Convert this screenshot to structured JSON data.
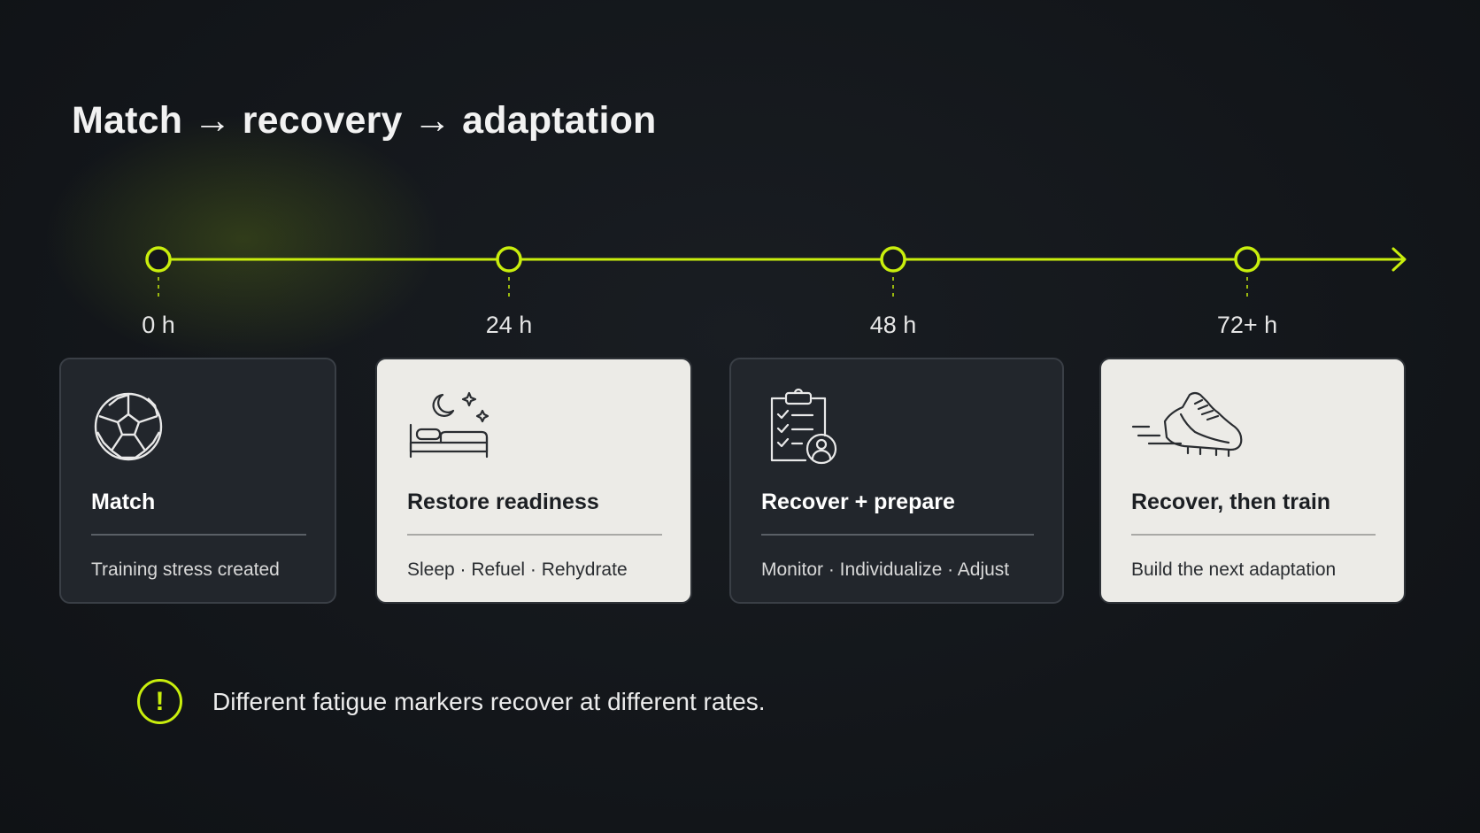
{
  "title": "Match → recovery → adaptation",
  "colors": {
    "accent": "#c9ee0d",
    "background": "#14171b",
    "card_dark": "#22262c",
    "card_light": "#ecebe7"
  },
  "timeline": {
    "ticks": [
      {
        "label": "0 h"
      },
      {
        "label": "24 h"
      },
      {
        "label": "48 h"
      },
      {
        "label": "72+ h"
      }
    ]
  },
  "cards": [
    {
      "title": "Match",
      "subtitle": "Training stress created",
      "icon": "soccer-ball-icon",
      "theme": "dark"
    },
    {
      "title": "Restore readiness",
      "subtitle": "Sleep · Refuel · Rehydrate",
      "icon": "bed-moon-icon",
      "theme": "light"
    },
    {
      "title": "Recover + prepare",
      "subtitle": "Monitor · Individualize · Adjust",
      "icon": "clipboard-person-icon",
      "theme": "dark"
    },
    {
      "title": "Recover, then train",
      "subtitle": "Build the next adaptation",
      "icon": "running-shoe-icon",
      "theme": "light"
    }
  ],
  "note": {
    "text": "Different fatigue markers recover at different rates.",
    "icon": "exclamation-icon",
    "icon_glyph": "!"
  }
}
